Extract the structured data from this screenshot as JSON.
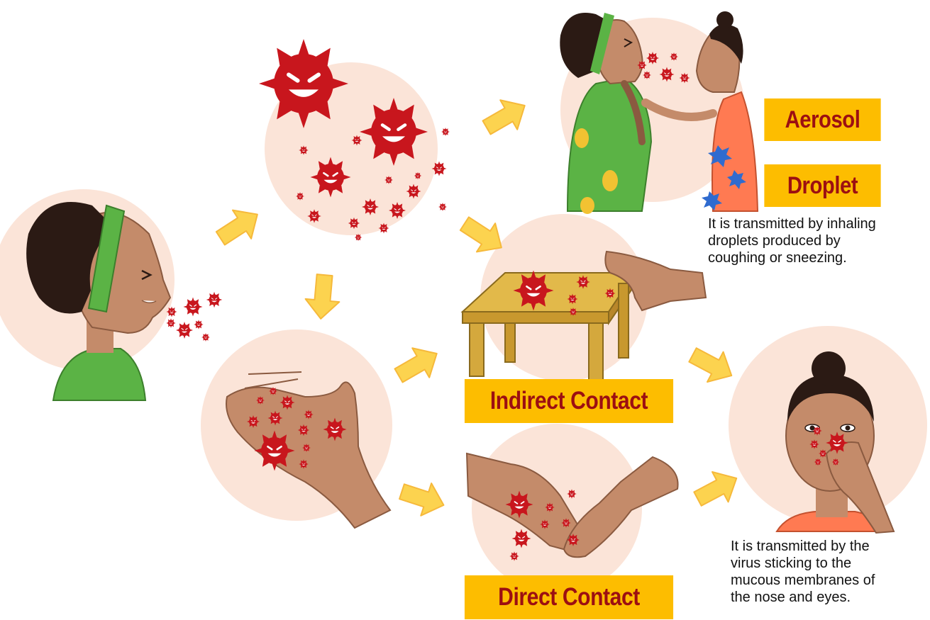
{
  "labels": {
    "aerosol": "Aerosol",
    "droplet": "Droplet",
    "indirect_contact": "Indirect Contact",
    "direct_contact": "Direct Contact"
  },
  "captions": {
    "droplet_transmission": [
      "It is transmitted by inhaling",
      "droplets produced by",
      "coughing or sneezing."
    ],
    "mucous_transmission": [
      "It is transmitted by the",
      "virus sticking to the",
      "mucous membranes of",
      "the nose and eyes."
    ]
  },
  "colors": {
    "circle_bg": "#fbe4d8",
    "virus": "#c8161d",
    "arrow": "#fcd34f",
    "arrow_outline": "#f6b93b",
    "label_bg": "#fdbd00",
    "label_text": "#9c0f12",
    "skin": "#c48b6a",
    "green_shirt": "#5bb345"
  },
  "icons": [
    "virus-icon",
    "arrow-icon"
  ]
}
